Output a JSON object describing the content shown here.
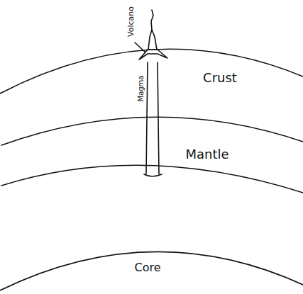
{
  "diagram": {
    "labels": [
      "Volcano",
      "Magma",
      "Crust",
      "Mantle",
      "Core"
    ]
  }
}
